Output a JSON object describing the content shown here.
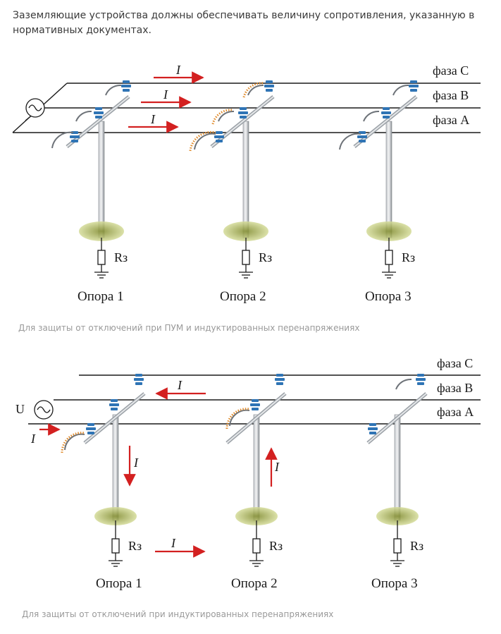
{
  "intro_text": "Заземляющие устройства должны обеспечивать величину сопротивления, указанную в нормативных документах.",
  "figure1": {
    "phase_labels": [
      "фаза С",
      "фаза В",
      "фаза А"
    ],
    "current_label": "I",
    "resistor_label": "Rз",
    "supports": [
      "Опора 1",
      "Опора 2",
      "Опора 3"
    ],
    "caption": "Для защиты от отключений при ПУМ и индуктированных перенапряжениях"
  },
  "figure2": {
    "phase_labels": [
      "фаза С",
      "фаза В",
      "фаза А"
    ],
    "source_label": "U",
    "current_label": "I",
    "resistor_label": "Rз",
    "supports": [
      "Опора 1",
      "Опора 2",
      "Опора 3"
    ],
    "caption": "Для защиты от отключений при индуктированных перенапряжениях"
  },
  "colors": {
    "wire": "#1a1a1a",
    "arrow": "#d32020",
    "insulator": "#2f74b5",
    "ground_patch": "#b9c47a",
    "pole": "#9aa0a6",
    "spark": "#e08a2a"
  }
}
